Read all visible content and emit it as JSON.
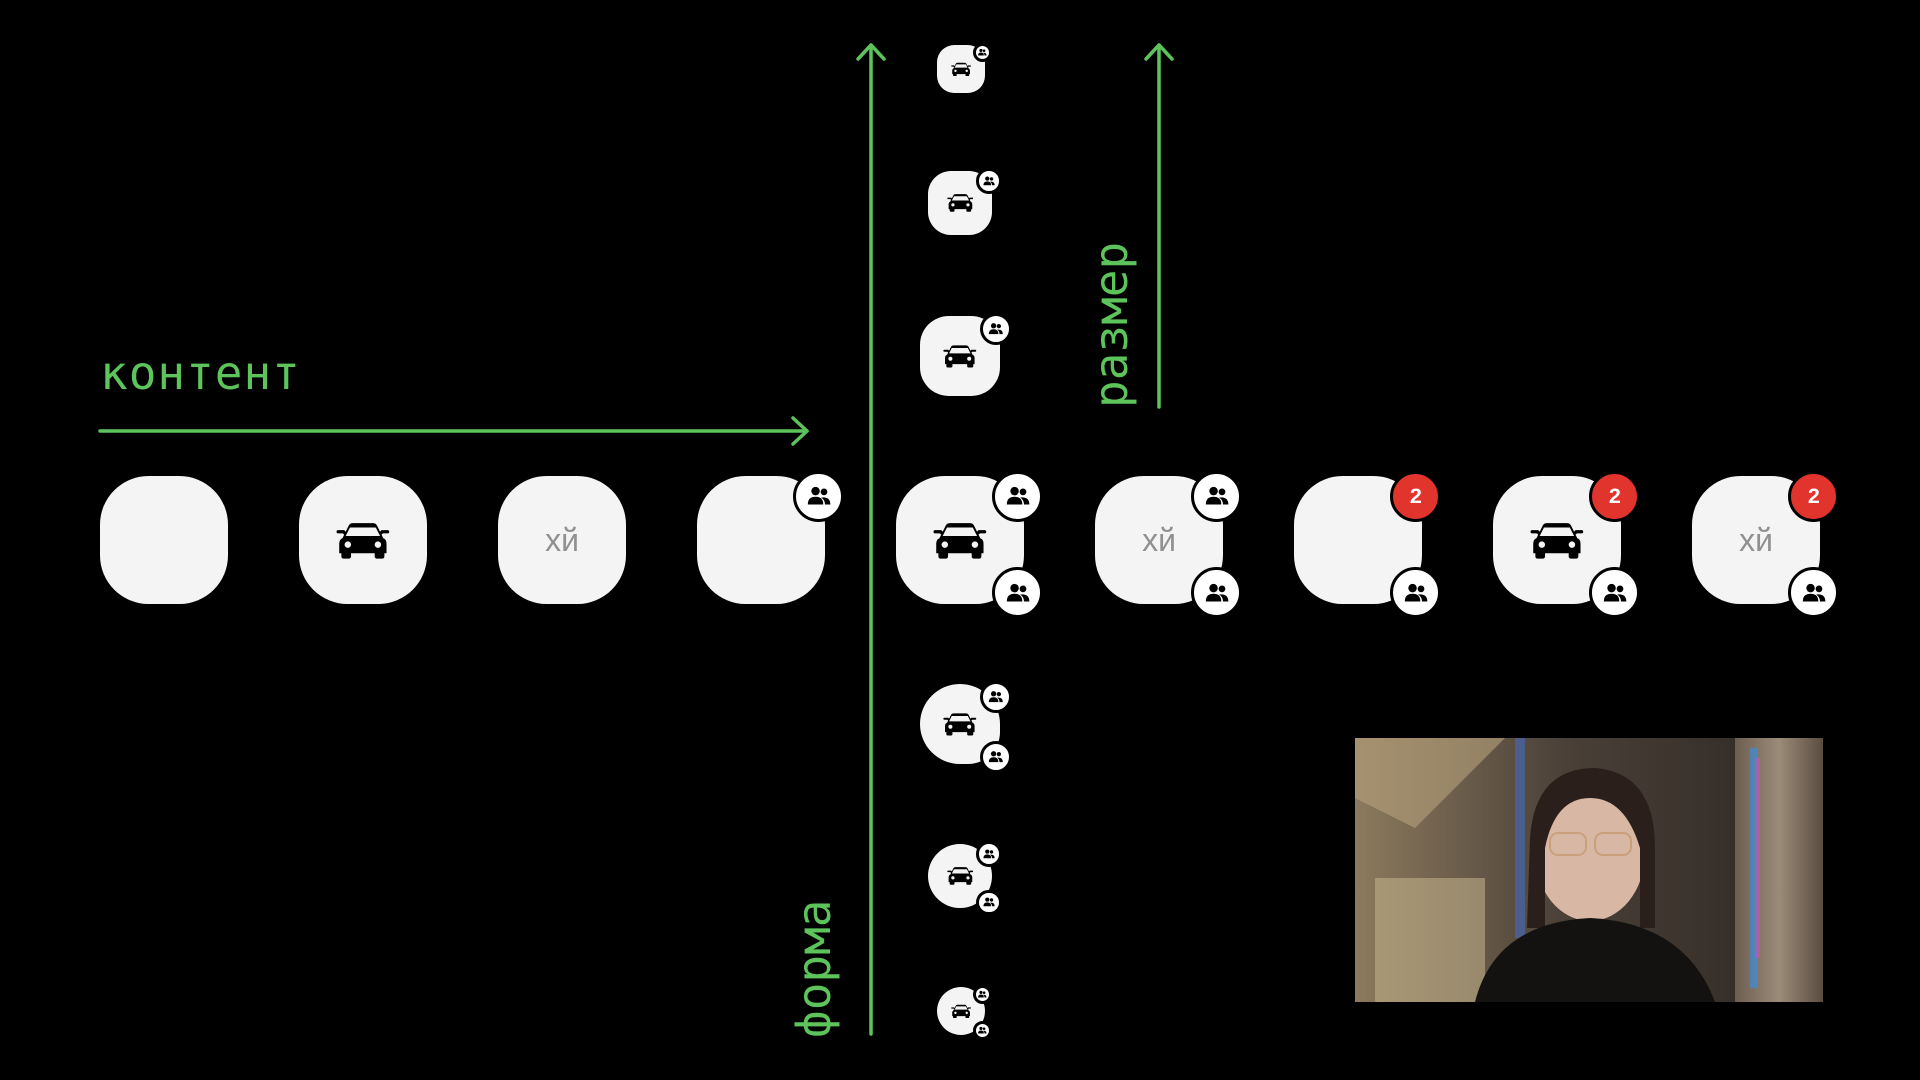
{
  "axes": {
    "content_label": "контент",
    "size_label": "размер",
    "shape_label": "форма",
    "arrow_color": "#5cc45a"
  },
  "tile_text": "хй",
  "badge_count": "2",
  "row_tiles": [
    {
      "content": "empty",
      "corner": "none",
      "bottom_badge": false
    },
    {
      "content": "car-icon",
      "corner": "none",
      "bottom_badge": false
    },
    {
      "content": "text",
      "corner": "none",
      "bottom_badge": false
    },
    {
      "content": "empty",
      "corner": "people-icon",
      "bottom_badge": false
    },
    {
      "content": "car-icon",
      "corner": "people-icon",
      "bottom_badge": true
    },
    {
      "content": "text",
      "corner": "people-icon",
      "bottom_badge": true
    },
    {
      "content": "empty",
      "corner": "count",
      "bottom_badge": true
    },
    {
      "content": "car-icon",
      "corner": "count",
      "bottom_badge": true
    },
    {
      "content": "text",
      "corner": "count",
      "bottom_badge": true
    }
  ],
  "column_tiles_up": [
    {
      "size": "xs"
    },
    {
      "size": "s"
    },
    {
      "size": "m"
    }
  ],
  "column_tiles_down": [
    {
      "shape": "circle-l"
    },
    {
      "shape": "circle-m"
    },
    {
      "shape": "circle-s"
    }
  ],
  "webcam": {
    "content": "presenter-video-feed"
  }
}
